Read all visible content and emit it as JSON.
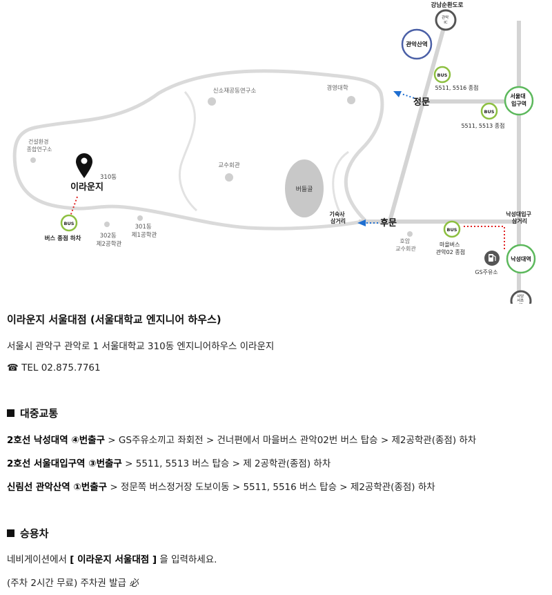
{
  "map": {
    "road_label": "강남순환도로",
    "ic_gwanak": "관악\nIC",
    "station_gwanaksan": "관악산역",
    "station_seouldae": "서울대\n입구역",
    "station_nakseongdae": "낙성대역",
    "ic_sadang": "사당\n서초\nIC",
    "bus": "BUS",
    "bus_5511_5516": "5511, 5516 종점",
    "bus_5511_5513": "5511, 5513 종점",
    "bus_village": "마을버스\n관악02 종점",
    "bus_end_drop": "버스 종점 하차",
    "main_gate": "정문",
    "back_gate": "후문",
    "gisuksa": "기숙사\n삼거리",
    "nakseong_junction": "낙성대입구\n삼거리",
    "gs_station": "GS주유소",
    "pond": "버들골",
    "place_name": "이라운지",
    "bldg_310": "310동",
    "bldg_302": "302동\n제2공학관",
    "bldg_301": "301동\n제1공학관",
    "faculty_hall": "교수회관",
    "research_center": "신소재공동연구소",
    "business_school": "경영대학",
    "construction_center": "건설환경\n종합연구소",
    "hoam": "호암\n교수회관"
  },
  "info": {
    "title": "이라운지 서울대점 (서울대학교 엔지니어 하우스)",
    "address": "서울시 관악구 관악로 1 서울대학교 310동 엔지니어하우스 이라운지",
    "tel_icon": "☎",
    "tel": "TEL 02.875.7761"
  },
  "transit": {
    "heading": "대중교통",
    "routes": [
      {
        "station": "2호선 낙성대역 ④번출구",
        "path": " > GS주유소끼고 좌회전 > 건너편에서 마을버스 관악02번 버스 탑승 > 제2공학관(종점) 하차"
      },
      {
        "station": "2호선 서울대입구역 ③번출구",
        "path": " > 5511, 5513 버스 탑승 > 제 2공학관(종점) 하차"
      },
      {
        "station": "신림선 관악산역 ①번출구",
        "path": " > 정문쪽 버스정거장 도보이동 > 5511, 5516 버스 탑승 > 제2공학관(종점) 하차"
      }
    ]
  },
  "car": {
    "heading": "승용차",
    "nav_prefix": "네비게이션에서 ",
    "nav_open": "[ ",
    "nav_target": "이라운지 서울대점",
    "nav_close": " ]",
    "nav_suffix": " 을 입력하세요.",
    "parking": "(주차 2시간 무료) 주차권 발급 ",
    "parking_mark": "必"
  },
  "colors": {
    "road": "#d4d4d4",
    "campus_line": "#dedede",
    "bus_green": "#8cbf3f",
    "station_green": "#5cb85c",
    "station_blue": "#4a5fa6",
    "ic_dark": "#555555",
    "walk_red": "#e02020",
    "arrow_blue": "#1f6fd1"
  }
}
